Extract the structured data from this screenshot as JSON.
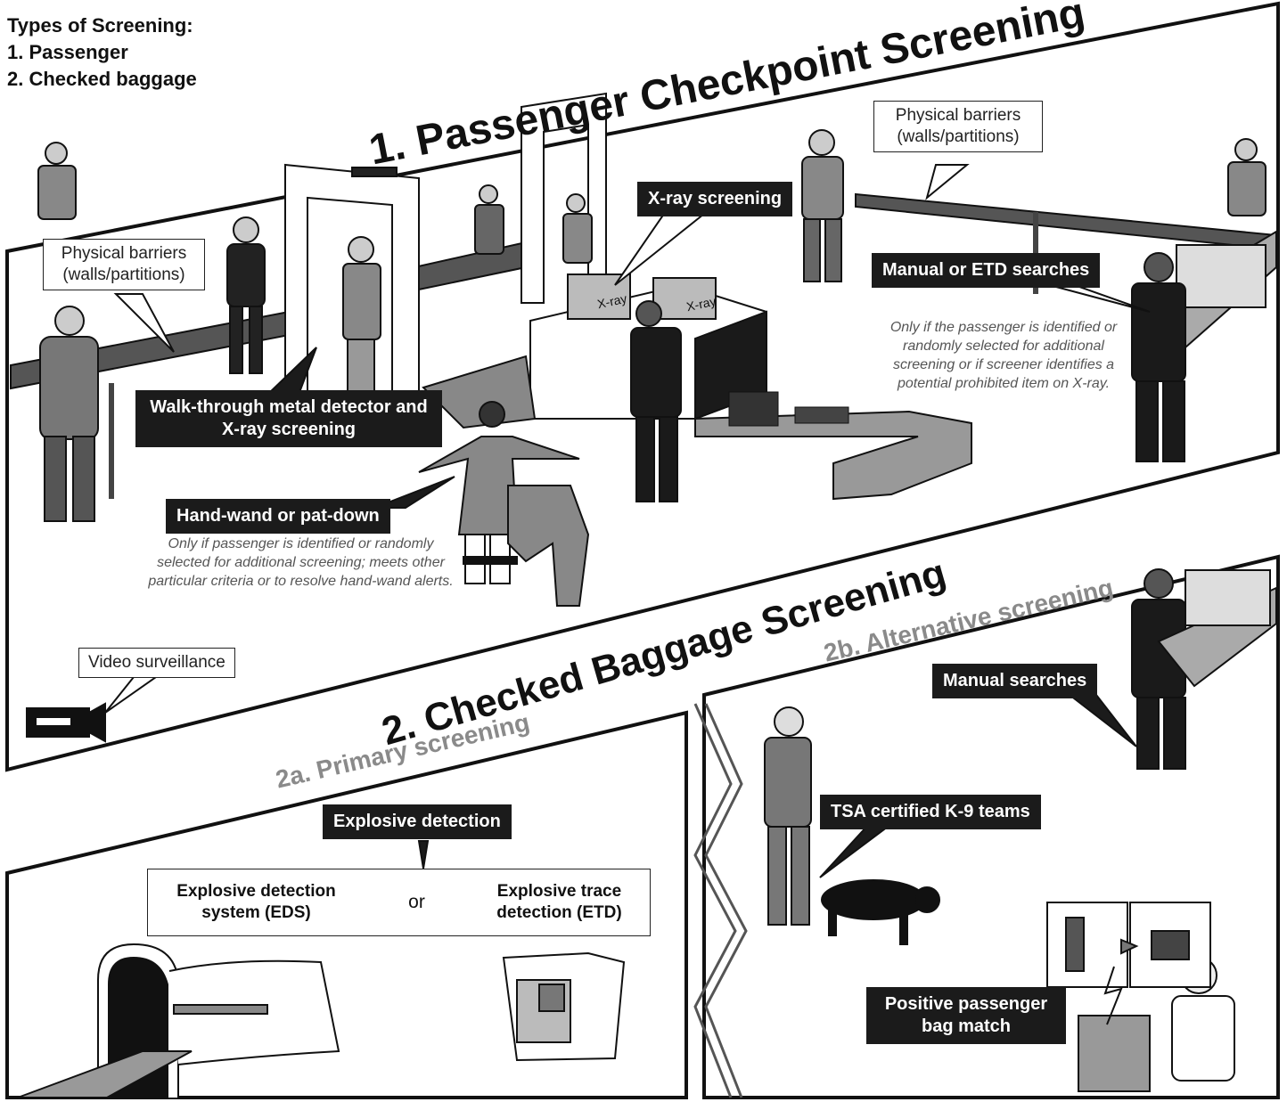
{
  "types_of_screening": {
    "heading": "Types of Screening:",
    "items": [
      "1.  Passenger",
      "2.  Checked baggage"
    ]
  },
  "section1": {
    "title": "1. Passenger Checkpoint Screening",
    "labels": {
      "barriers_left": "Physical barriers (walls/partitions)",
      "barriers_right": "Physical barriers (walls/partitions)",
      "xray": "X-ray screening",
      "manual_etd": "Manual or ETD searches",
      "manual_etd_note": "Only if the passenger is identified or randomly selected for additional screening or if screener identifies a potential prohibited item on X-ray.",
      "walkthrough": "Walk-through metal detector and X-ray screening",
      "handwand": "Hand-wand or pat-down",
      "handwand_note": "Only if passenger is identified or randomly selected for additional screening; meets other particular criteria or to resolve hand-wand alerts.",
      "video": "Video surveillance",
      "xray_box_1": "X-ray",
      "xray_box_2": "X-ray"
    }
  },
  "section2": {
    "title": "2. Checked Baggage Screening",
    "primary": {
      "title": "2a. Primary screening",
      "explosive_detection": "Explosive detection",
      "eds": "Explosive detection system (EDS)",
      "or": "or",
      "etd": "Explosive trace detection (ETD)"
    },
    "alternative": {
      "title": "2b. Alternative screening",
      "manual": "Manual searches",
      "k9": "TSA certified K-9 teams",
      "bag_match": "Positive passenger bag match"
    }
  },
  "colors": {
    "label_bg": "#1b1b1b",
    "subtitle": "#8a8a8a",
    "note": "#555555",
    "outline": "#111111"
  }
}
